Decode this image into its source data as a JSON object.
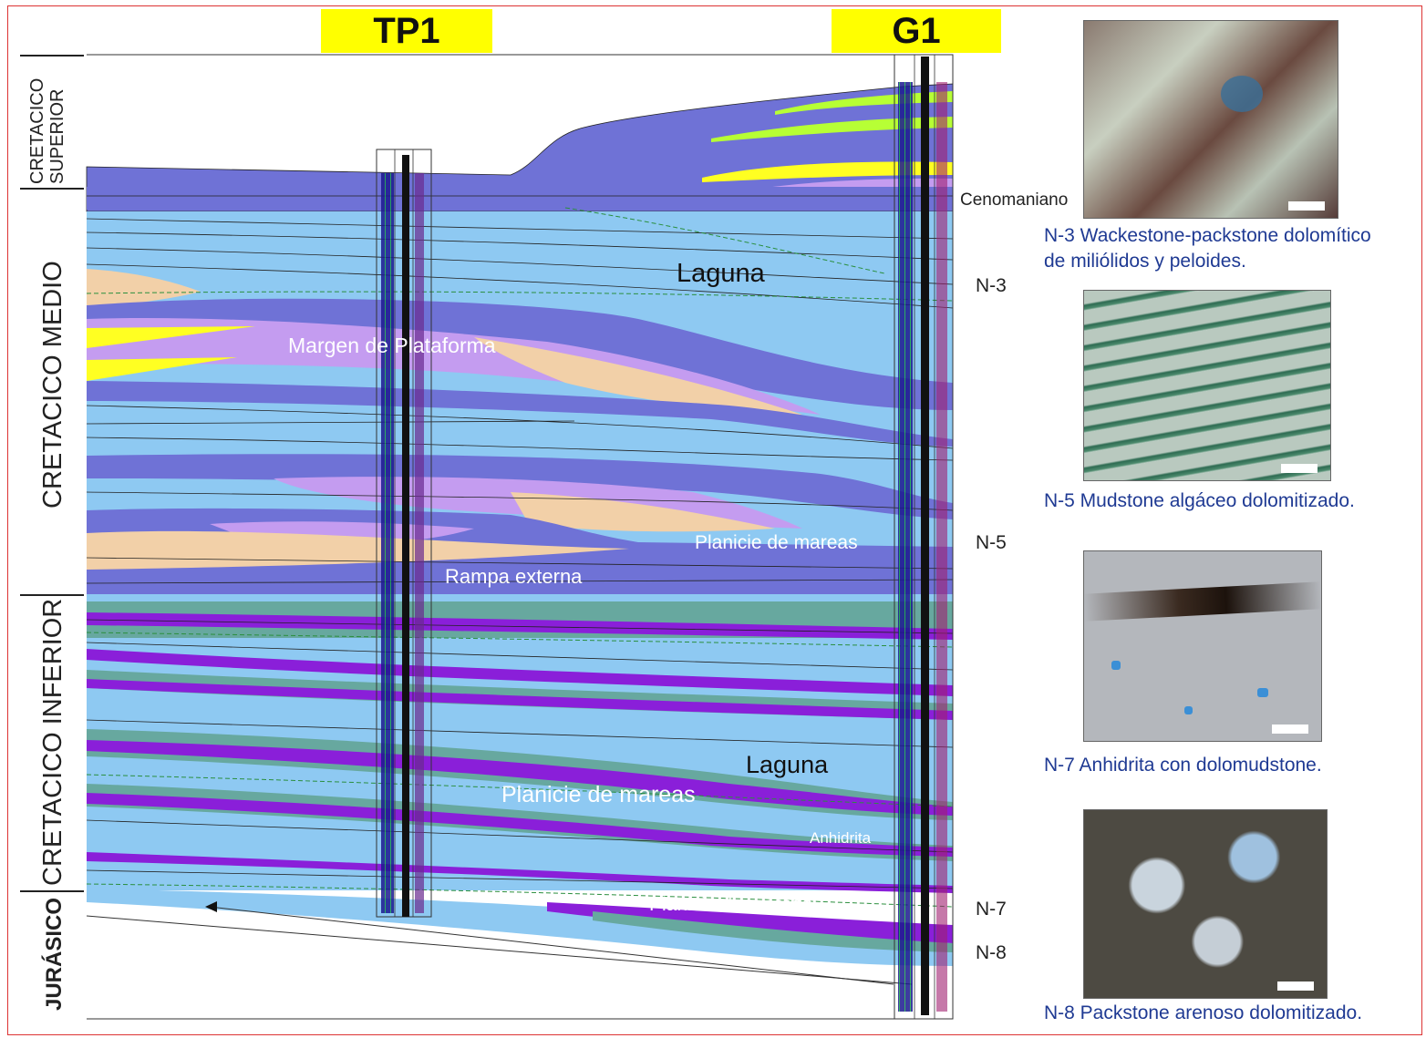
{
  "wells": {
    "tp1": "TP1",
    "g1": "G1"
  },
  "periods": {
    "cretacico_superior": "CRETACICO\nSUPERIOR",
    "cretacico_medio": "CRETACICO MEDIO",
    "cretacico_inferior": "CRETACICO INFERIOR",
    "jurasico": "JURÁSICO"
  },
  "markers": {
    "cenomaniano": "Cenomaniano",
    "n3": "N-3",
    "n5": "N-5",
    "n7": "N-7",
    "n8": "N-8"
  },
  "environments": {
    "laguna_upper": "Laguna",
    "margen_plataforma": "Margen de Plataforma",
    "planicie_mareas_mid": "Planicie de mareas",
    "rampa_externa": "Rampa externa",
    "laguna_lower": "Laguna",
    "planicie_mareas_lower": "Planicie de mareas",
    "anhidrita": "Anhidrita",
    "planicie_mareas_bottom": "Planicie de mareas"
  },
  "samples": [
    {
      "caption_line1": "N-3 Wackestone-packstone dolomítico",
      "caption_line2": "de miliólidos y peloides."
    },
    {
      "caption_line1": "N-5 Mudstone algáceo dolomitizado.",
      "caption_line2": ""
    },
    {
      "caption_line1": "N-7 Anhidrita  con dolomudstone.",
      "caption_line2": ""
    },
    {
      "caption_line1": "N-8 Packstone  arenoso dolomitizado.",
      "caption_line2": ""
    }
  ],
  "colors": {
    "laguna": "#8ec9f2",
    "rampa": "#6f72d6",
    "margen": "#c49cf0",
    "planicie": "#f2d0a8",
    "yellow": "#ffff22",
    "lime": "#b7ff35",
    "anhidrita": "#8a1fd9",
    "teal": "#67a89f"
  }
}
